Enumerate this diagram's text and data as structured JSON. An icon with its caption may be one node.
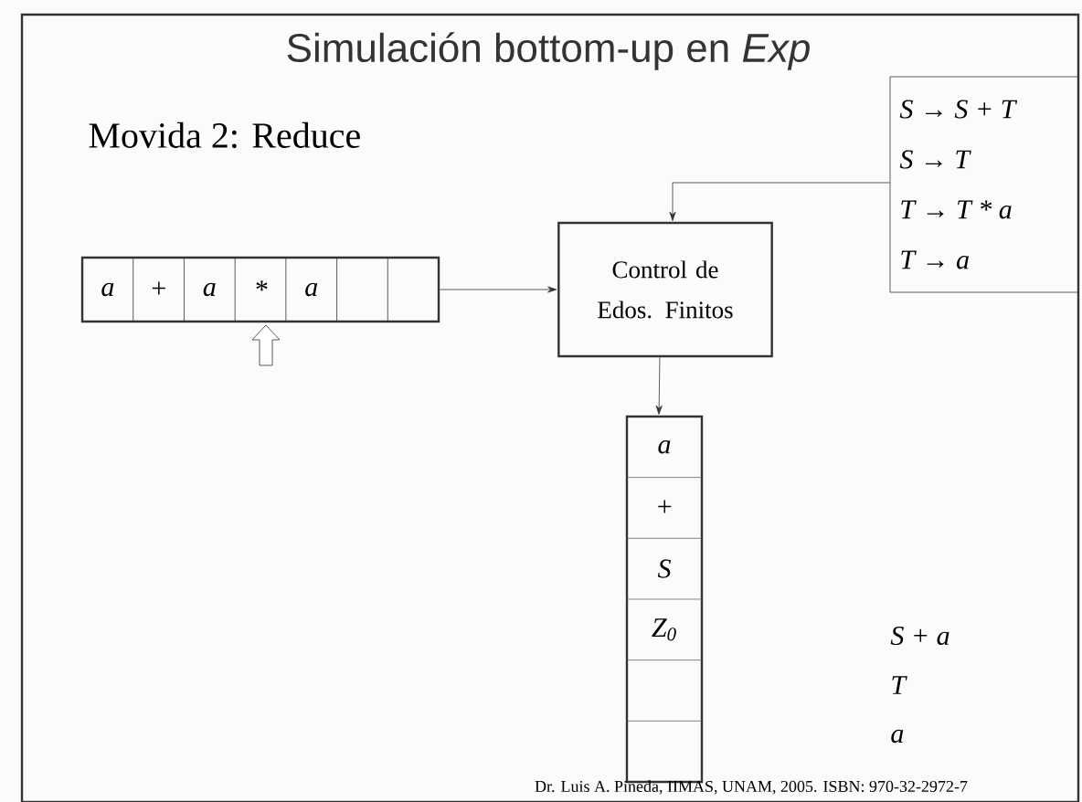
{
  "diagram": {
    "title": "Simulación bottom-up en *Exp*",
    "nodes": [
      {
        "text": [
          "a",
          "+",
          "a",
          "*",
          "a"
        ]
      },
      {
        "text": [
          "Control de Edos. Finitos"
        ]
      },
      {
        "text": [
          "S → S + T",
          "S → T",
          "T → T * a",
          "T → a"
        ]
      },
      {
        "text": [
          "a",
          "+",
          "S",
          "Z$_{0}$"
        ]
      }
    ],
    "edges": [
      {
        "from": 0,
        "to": 1,
        "arrow": "to"
      },
      {
        "from": 2,
        "to": 1,
        "arrow": "to"
      },
      {
        "from": 1,
        "to": 3,
        "arrow": "to"
      }
    ],
    "labels": [
      "Movida 2: Reduce",
      "S + a",
      "T",
      "a",
      "Dr. Luis A. Pineda, IIMAS, UNAM, 2005. ISBN: 970-32-2972-7"
    ]
  }
}
